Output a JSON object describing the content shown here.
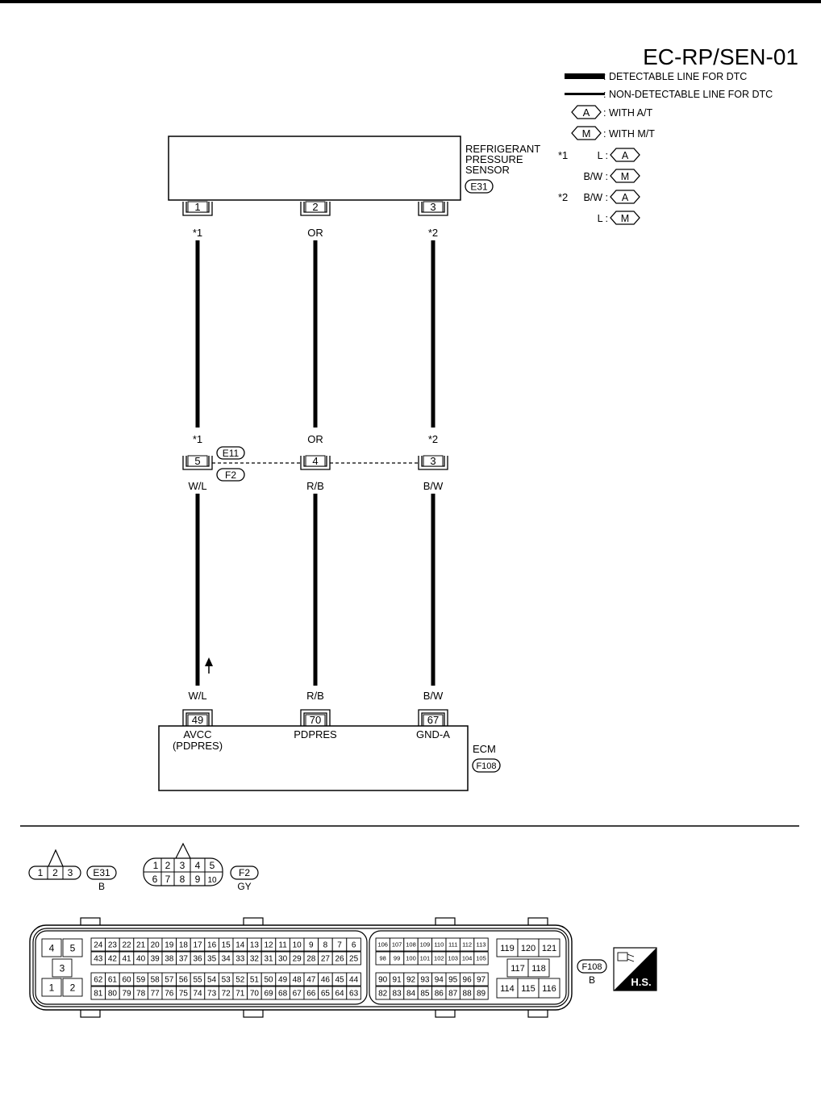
{
  "title": "EC-RP/SEN-01",
  "legend": {
    "detectable": ": DETECTABLE LINE FOR DTC",
    "non_detectable": ": NON-DETECTABLE LINE FOR DTC",
    "with_at": {
      "badge": "A",
      "text": ": WITH A/T"
    },
    "with_mt": {
      "badge": "M",
      "text": ": WITH M/T"
    },
    "notes": [
      {
        "mark": "*1",
        "rows": [
          {
            "color": "L :",
            "badge": "A"
          },
          {
            "color": "B/W :",
            "badge": "M"
          }
        ]
      },
      {
        "mark": "*2",
        "rows": [
          {
            "color": "B/W :",
            "badge": "A"
          },
          {
            "color": "L :",
            "badge": "M"
          }
        ]
      }
    ]
  },
  "sensor": {
    "name": [
      "REFRIGERANT",
      "PRESSURE",
      "SENSOR"
    ],
    "connector": "E31",
    "pins": [
      "1",
      "2",
      "3"
    ]
  },
  "top_wire_colors": [
    "*1",
    "OR",
    "*2"
  ],
  "junction": {
    "upper_colors": [
      "*1",
      "OR",
      "*2"
    ],
    "pins": [
      "5",
      "4",
      "3"
    ],
    "connectors": [
      "E11",
      "F2"
    ],
    "lower_colors": [
      "W/L",
      "R/B",
      "B/W"
    ]
  },
  "ecm_wire_colors": [
    "W/L",
    "R/B",
    "B/W"
  ],
  "ecm": {
    "name": "ECM",
    "connector": "F108",
    "pins": [
      "49",
      "70",
      "67"
    ],
    "terminal_labels": [
      [
        "AVCC",
        "(PDPRES)"
      ],
      [
        "PDPRES"
      ],
      [
        "GND-A"
      ]
    ]
  },
  "connector_views": {
    "e31": {
      "pins": [
        "1",
        "2",
        "3"
      ],
      "id": "E31",
      "color": "B"
    },
    "f2": {
      "top": [
        "1",
        "2",
        "3",
        "4",
        "5"
      ],
      "bottom": [
        "6",
        "7",
        "8",
        "9",
        "10"
      ],
      "id": "F2",
      "color": "GY"
    },
    "f108": {
      "id": "F108",
      "color": "B",
      "left_block": [
        "4",
        "5",
        "3",
        "1",
        "2"
      ],
      "row1": [
        "24",
        "23",
        "22",
        "21",
        "20",
        "19",
        "18",
        "17",
        "16",
        "15",
        "14",
        "13",
        "12",
        "11",
        "10",
        "9",
        "8",
        "7",
        "6"
      ],
      "row2": [
        "43",
        "42",
        "41",
        "40",
        "39",
        "38",
        "37",
        "36",
        "35",
        "34",
        "33",
        "32",
        "31",
        "30",
        "29",
        "28",
        "27",
        "26",
        "25"
      ],
      "row3": [
        "62",
        "61",
        "60",
        "59",
        "58",
        "57",
        "56",
        "55",
        "54",
        "53",
        "52",
        "51",
        "50",
        "49",
        "48",
        "47",
        "46",
        "45",
        "44"
      ],
      "row4": [
        "81",
        "80",
        "79",
        "78",
        "77",
        "76",
        "75",
        "74",
        "73",
        "72",
        "71",
        "70",
        "69",
        "68",
        "67",
        "66",
        "65",
        "64",
        "63"
      ],
      "mid_row1": [
        "106",
        "107",
        "108",
        "109",
        "110",
        "111",
        "112",
        "113"
      ],
      "mid_row2": [
        "98",
        "99",
        "100",
        "101",
        "102",
        "103",
        "104",
        "105"
      ],
      "mid_row3": [
        "90",
        "91",
        "92",
        "93",
        "94",
        "95",
        "96",
        "97"
      ],
      "mid_row4": [
        "82",
        "83",
        "84",
        "85",
        "86",
        "87",
        "88",
        "89"
      ],
      "right_top": [
        "119",
        "120",
        "121"
      ],
      "right_mid": [
        "117",
        "118"
      ],
      "right_bottom": [
        "114",
        "115",
        "116"
      ]
    }
  },
  "hs_mark": "H.S."
}
